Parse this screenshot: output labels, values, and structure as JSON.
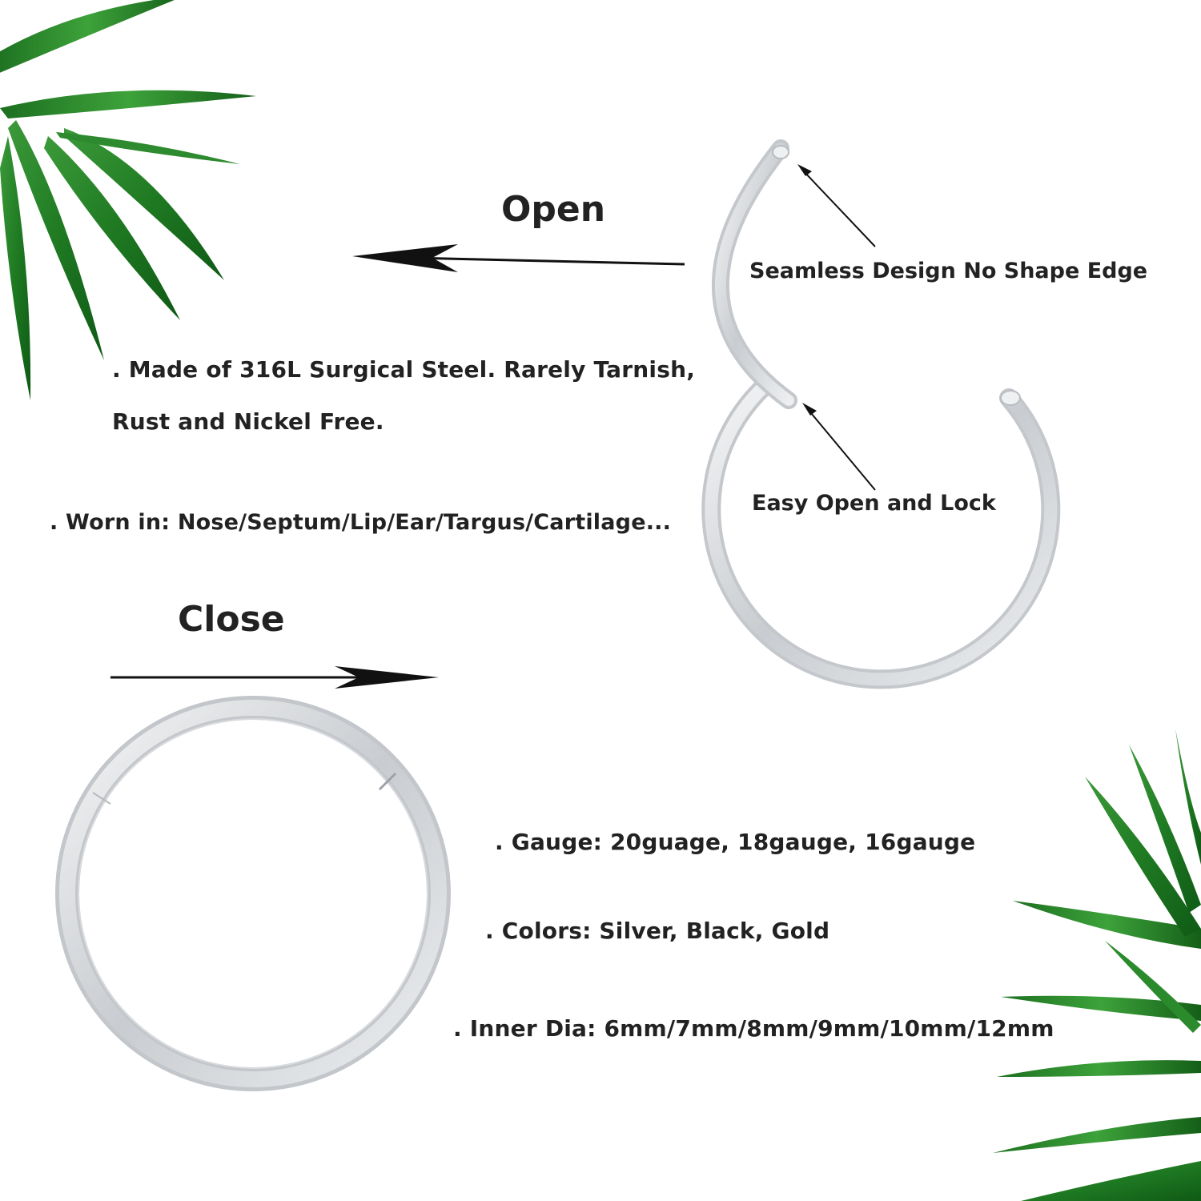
{
  "headings": {
    "open": "Open",
    "close": "Close"
  },
  "callouts": {
    "seamless": "Seamless Design No Shape Edge",
    "easy": "Easy Open and Lock"
  },
  "features": {
    "material_line1": ". Made of 316L Surgical Steel. Rarely Tarnish,",
    "material_line2": "Rust and Nickel Free.",
    "worn": ". Worn in: Nose/Septum/Lip/Ear/Targus/Cartilage...",
    "gauge": ". Gauge: 20guage, 18gauge, 16gauge",
    "colors": ". Colors: Silver, Black, Gold",
    "inner_dia": ". Inner Dia: 6mm/7mm/8mm/9mm/10mm/12mm"
  }
}
